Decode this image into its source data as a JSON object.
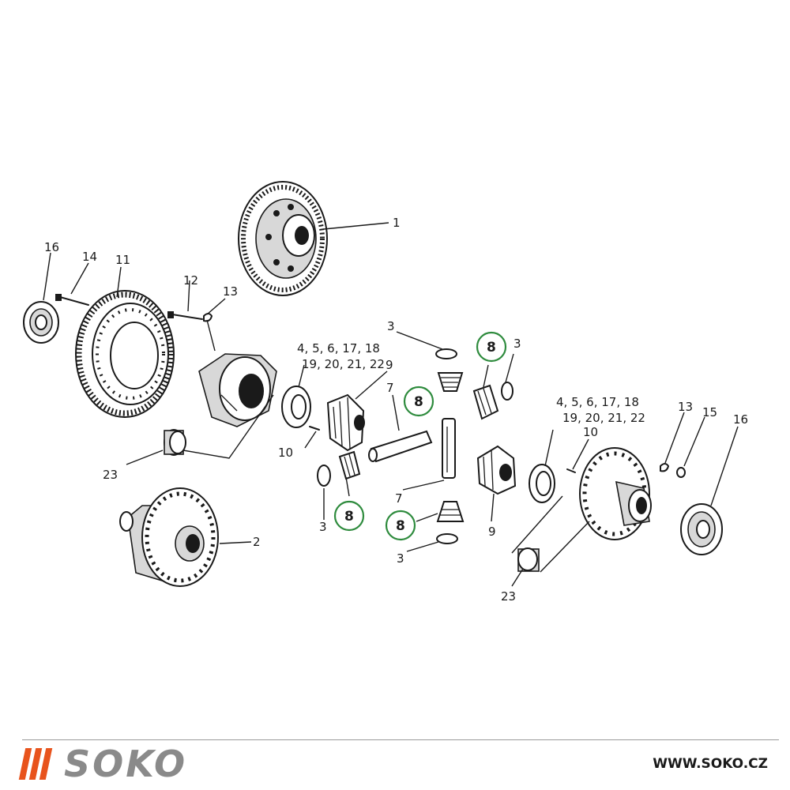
{
  "diagram": {
    "labels": {
      "l1": "1",
      "l2": "2",
      "l3a": "3",
      "l3b": "3",
      "l3c": "3",
      "l3d": "3",
      "l4_top": "4, 5, 6, 17, 18",
      "l4_bot": "19, 20, 21, 22",
      "r4_top": "4, 5, 6, 17, 18",
      "r4_bot": "19, 20, 21, 22",
      "l7a": "7",
      "l7b": "7",
      "l8a": "8",
      "l8b": "8",
      "l8c": "8",
      "l8d": "8",
      "l9a": "9",
      "l9b": "9",
      "l10a": "10",
      "l10b": "10",
      "l11": "11",
      "l12": "12",
      "l13a": "13",
      "l13b": "13",
      "l14": "14",
      "l15": "15",
      "l16a": "16",
      "l16b": "16",
      "l23a": "23",
      "l23b": "23"
    },
    "highlight_color": "#2e8b3d"
  },
  "footer": {
    "brand": "SOKO",
    "website": "WWW.SOKO.CZ",
    "accent_color": "#e8531c"
  }
}
